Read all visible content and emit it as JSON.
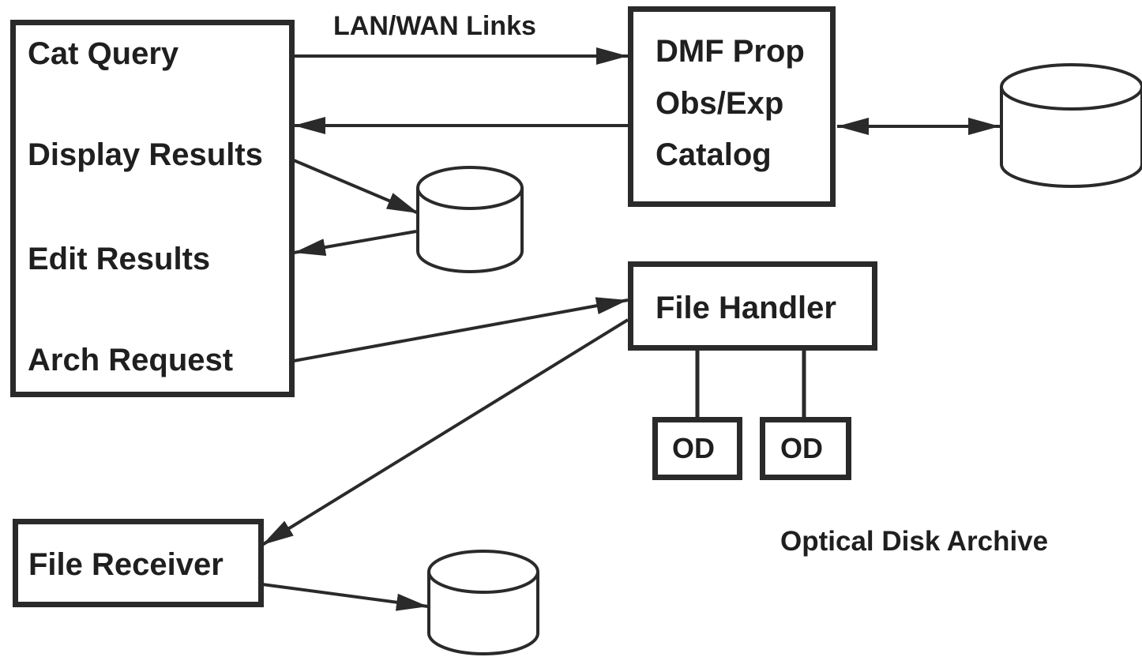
{
  "colors": {
    "ink": "#2a2a2a",
    "text": "#1f1f1f",
    "background": "#ffffff"
  },
  "link_label": "LAN/WAN Links",
  "client": {
    "items": [
      "Cat Query",
      "Display Results",
      "Edit Results",
      "Arch Request"
    ]
  },
  "catalog": {
    "lines": [
      "DMF Prop",
      "Obs/Exp",
      "Catalog"
    ]
  },
  "file_handler": {
    "label": "File Handler"
  },
  "optical_drives": [
    "OD",
    "OD"
  ],
  "file_receiver": {
    "label": "File Receiver"
  },
  "archive_label": "Optical Disk Archive",
  "icons": {
    "catalog_store": "database-cylinder-icon",
    "results_store": "database-cylinder-icon",
    "received_files_store": "database-cylinder-icon"
  }
}
